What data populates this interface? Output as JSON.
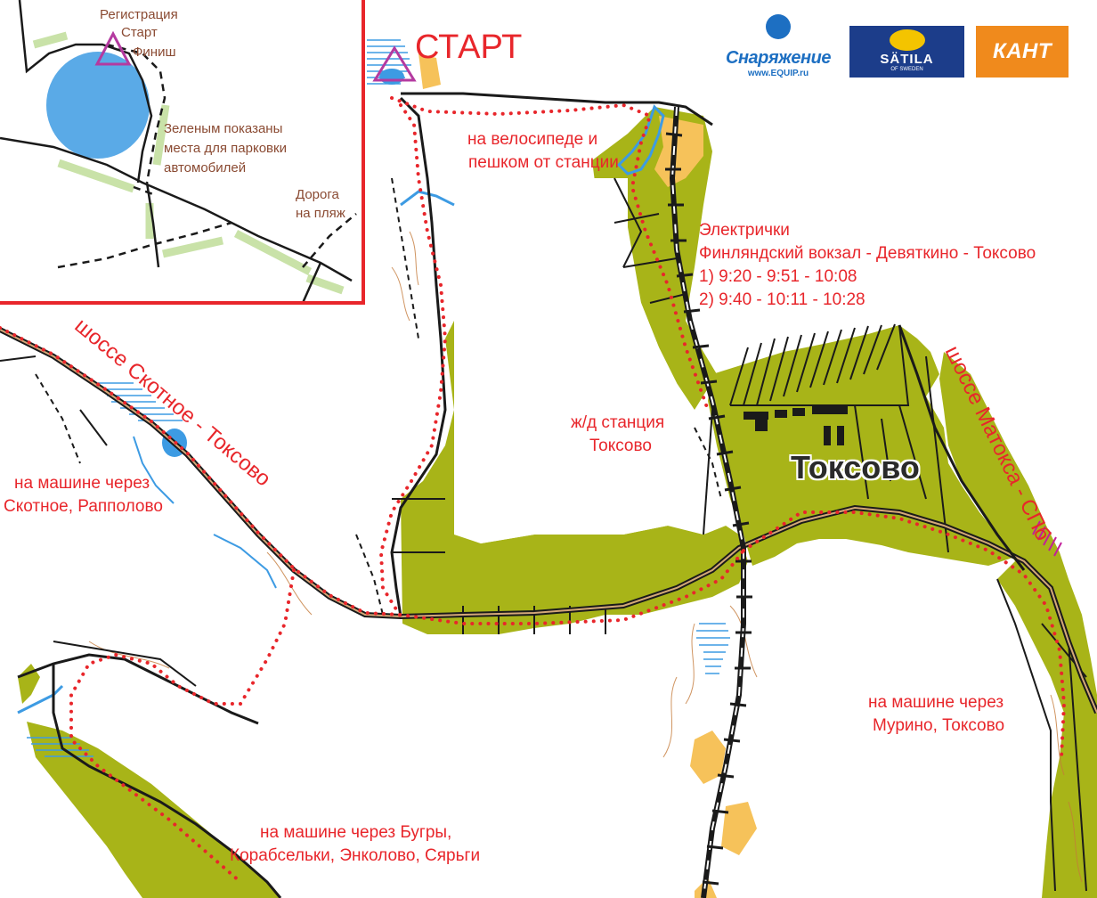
{
  "start_label": "СТАРТ",
  "town_label": "Токсово",
  "labels": {
    "bike_line1": "на велосипеде и",
    "bike_line2": "пешком от станции",
    "trains_title": "Электрички",
    "trains_route": "Финляндский вокзал - Девяткино - Токсово",
    "trains_t1": "1) 9:20 - 9:51 - 10:08",
    "trains_t2": "2) 9:40 - 10:11 - 10:28",
    "station_line1": "ж/д станция",
    "station_line2": "Токсово",
    "car_skotnoe_line1": "на машине через",
    "car_skotnoe_line2": "Скотное, Рапполово",
    "car_murino_line1": "на машине через",
    "car_murino_line2": "Мурино, Токсово",
    "car_bugry_line1": "на машине через Бугры,",
    "car_bugry_line2": "Корабсельки, Энколово, Сярьги",
    "road_skotnoe": "шоссе Скотное - Токсово",
    "road_matoksa": "шоссе Матокса - СПб"
  },
  "inset": {
    "reg": "Регистрация",
    "start": "Старт",
    "finish": "Финиш",
    "parking_line1": "Зеленым показаны",
    "parking_line2": "места для парковки",
    "parking_line3": "автомобилей",
    "beach_line1": "Дорога",
    "beach_line2": "на пляж"
  },
  "logos": {
    "snar_name": "Снаряжение",
    "snar_url": "www.EQUIP.ru",
    "satila_name": "SÄTILA",
    "satila_sub": "OF SWEDEN",
    "kant_name": "КАНТ"
  },
  "colors": {
    "forest": "#a8b418",
    "route": "#e8262b",
    "water": "#3d9be3",
    "start_marker": "#b43aa0",
    "parking": "#c9e2a8",
    "open_land": "#f6c25a",
    "inset_border": "#e8262b"
  }
}
